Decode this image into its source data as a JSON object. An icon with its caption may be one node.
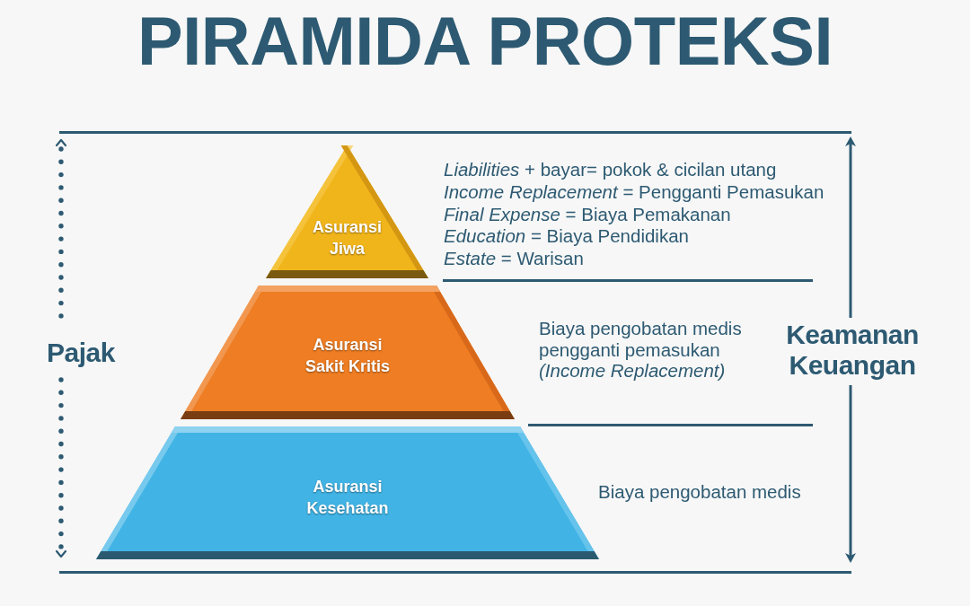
{
  "diagram": {
    "title": "PIRAMIDA PROTEKSI",
    "nodes": [
      {
        "text": [
          "Asuransi Jiwa"
        ],
        "beside": [
          "*Liabilities* + bayar= pokok & cicilan utang",
          "*Income Replacement* = Pengganti Pemasukan",
          "*Final Expense* = Biaya Pemakanan",
          "*Education* = Biaya Pendidikan",
          "*Estate* = Warisan"
        ]
      },
      {
        "text": [
          "Asuransi Sakit Kritis"
        ],
        "beside": [
          "Biaya pengobatan medis pengganti pemasukan *(Income Replacement)*"
        ]
      },
      {
        "text": [
          "Asuransi Kesehatan"
        ],
        "beside": [
          "Biaya pengobatan medis"
        ]
      }
    ],
    "labels": [
      "Pajak",
      "Keamanan Keuangan"
    ]
  }
}
